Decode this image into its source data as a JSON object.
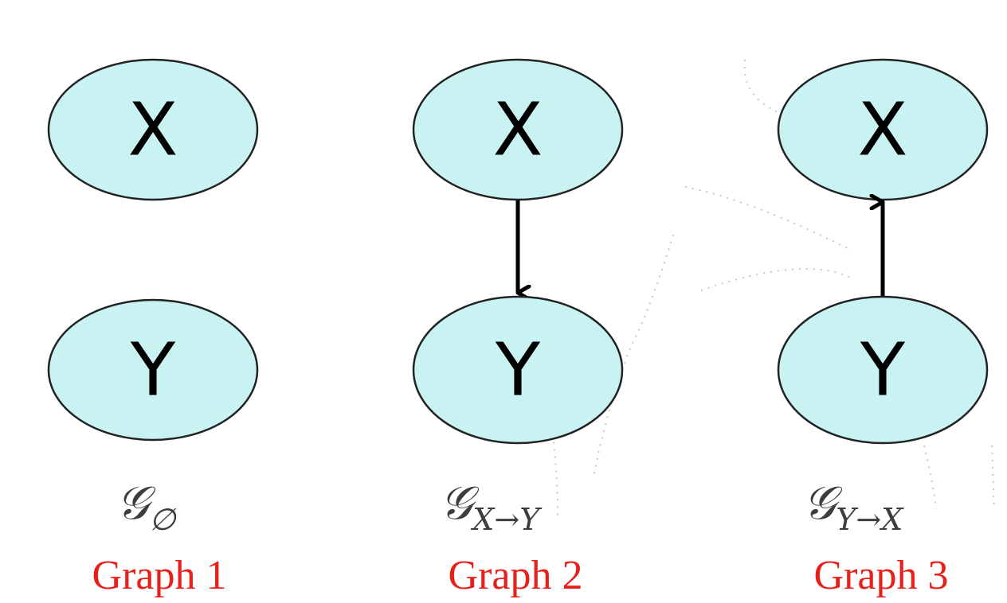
{
  "colors": {
    "node_fill": "#c9f3f3",
    "node_stroke": "#222222",
    "edge": "#000000",
    "caption": "#e8201c"
  },
  "graphs": [
    {
      "nodes": {
        "top": "X",
        "bottom": "Y"
      },
      "edge": "none",
      "math_symbol": "𝒢",
      "math_subscript": "∅",
      "caption": "Graph 1"
    },
    {
      "nodes": {
        "top": "X",
        "bottom": "Y"
      },
      "edge": "X→Y",
      "math_symbol": "𝒢",
      "math_subscript": "X→Y",
      "caption": "Graph 2"
    },
    {
      "nodes": {
        "top": "X",
        "bottom": "Y"
      },
      "edge": "Y→X",
      "math_symbol": "𝒢",
      "math_subscript": "Y→X",
      "caption": "Graph 3"
    }
  ]
}
